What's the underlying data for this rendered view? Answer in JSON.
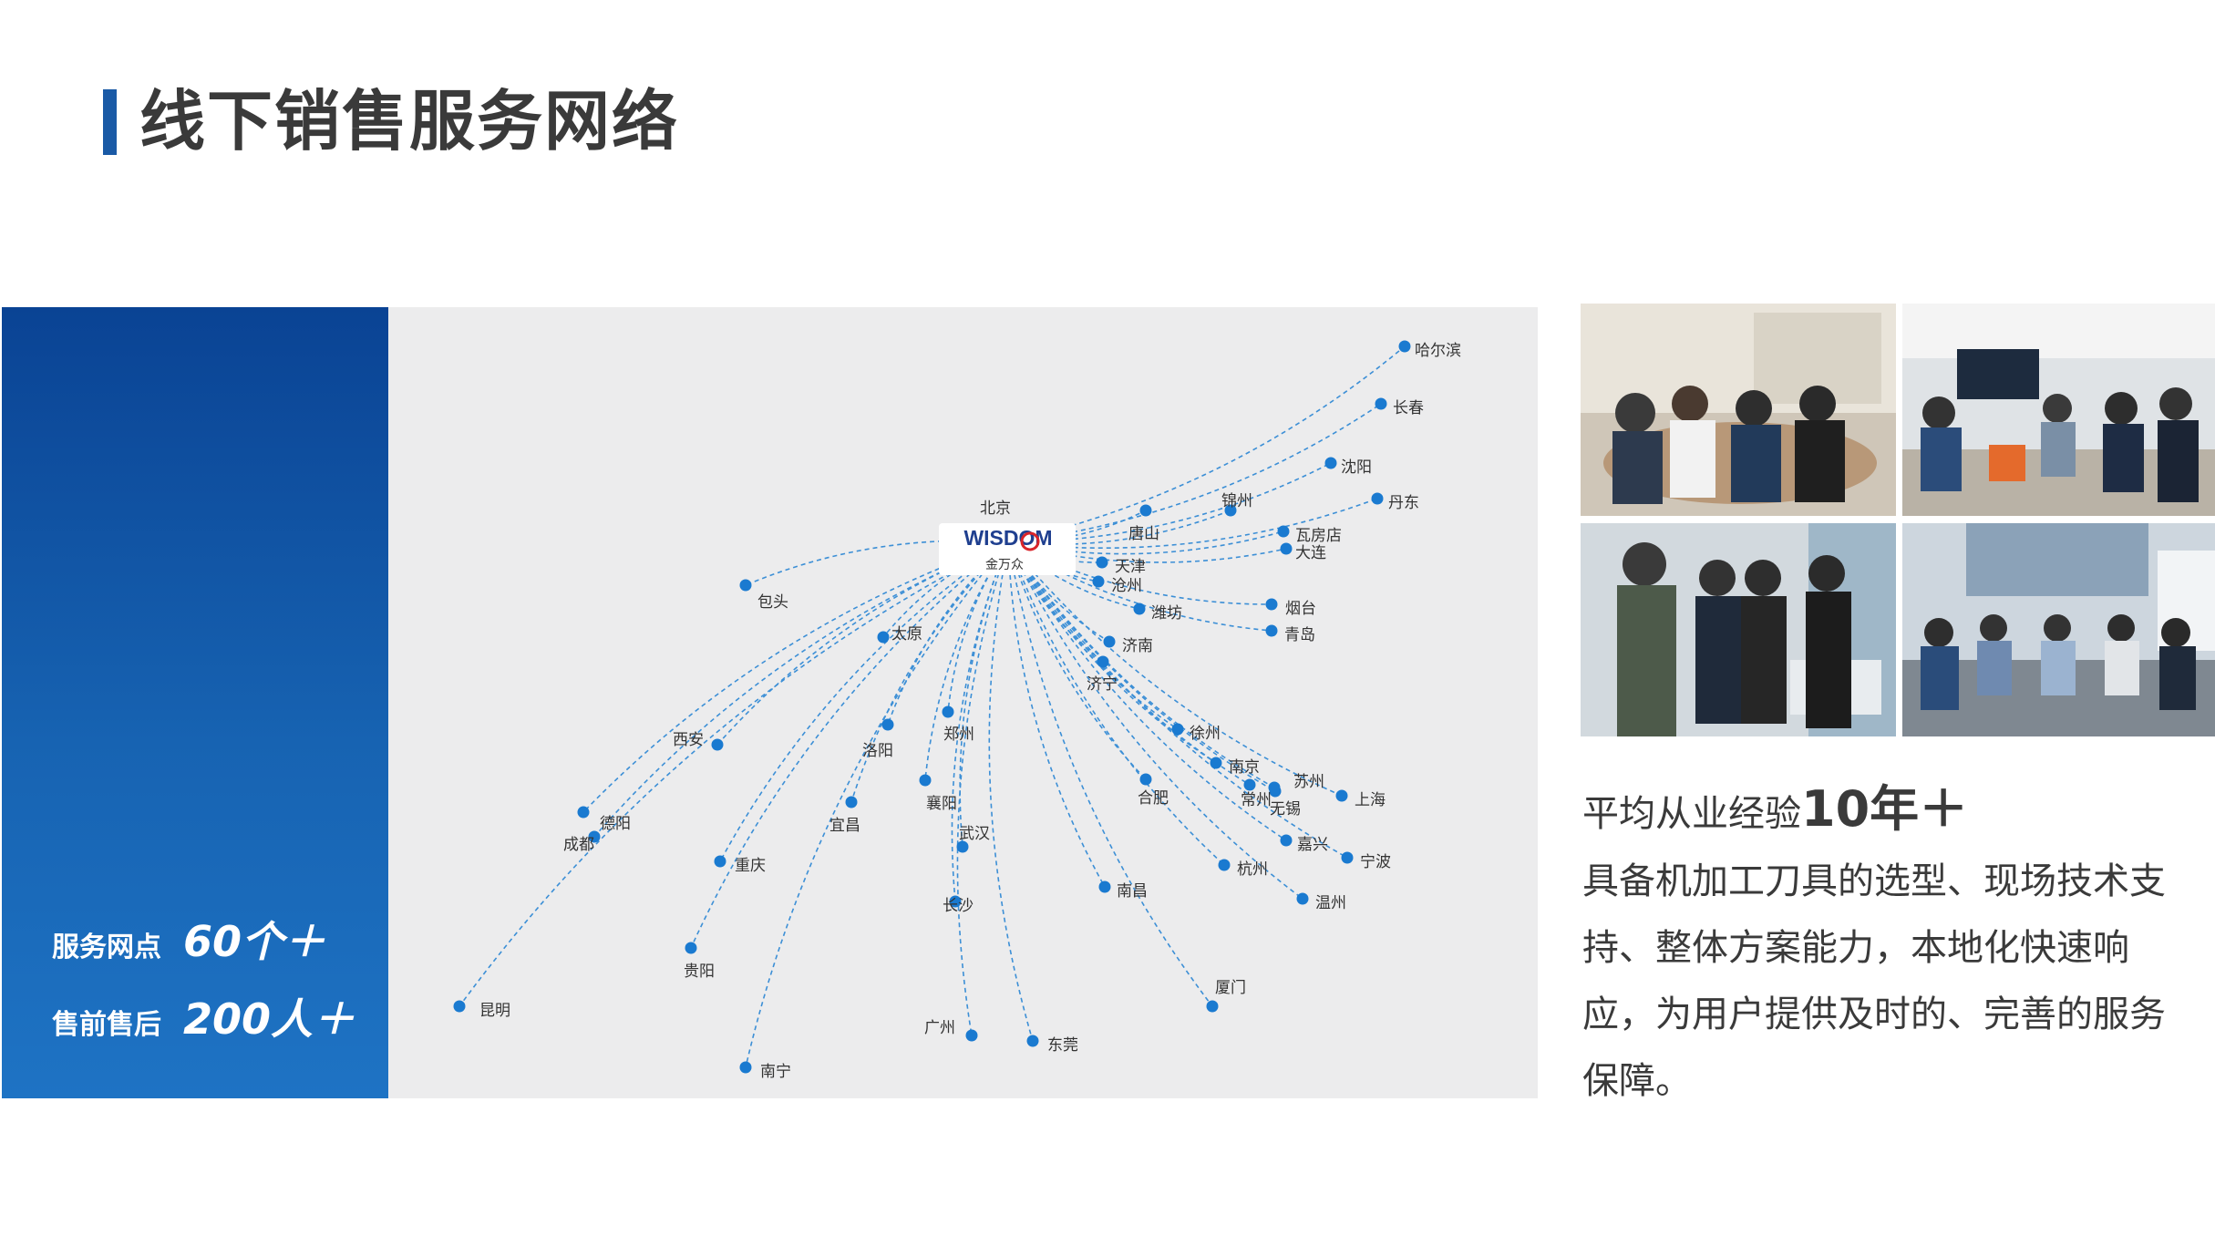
{
  "page": {
    "title": "线下销售服务网络"
  },
  "stats": [
    {
      "label": "服务网点",
      "value": "60个＋"
    },
    {
      "label": "售前售后",
      "value": "200人＋"
    }
  ],
  "hub": {
    "city": "北京",
    "logo_text": "WISDOM",
    "logo_sub": "金万众"
  },
  "cities": [
    "哈尔滨",
    "长春",
    "沈阳",
    "丹东",
    "锦州",
    "唐山",
    "瓦房店",
    "大连",
    "天津",
    "沧州",
    "潍坊",
    "烟台",
    "青岛",
    "济南",
    "济宁",
    "包头",
    "太原",
    "西安",
    "洛阳",
    "郑州",
    "徐州",
    "南京",
    "苏州",
    "上海",
    "常州",
    "无锡",
    "嘉兴",
    "宁波",
    "杭州",
    "温州",
    "合肥",
    "南昌",
    "厦门",
    "武汉",
    "长沙",
    "襄阳",
    "宜昌",
    "重庆",
    "贵阳",
    "成都",
    "德阳",
    "昆明",
    "南宁",
    "广州",
    "东莞"
  ],
  "description": {
    "head_prefix": "平均从业经验",
    "head_highlight": "10年＋",
    "body": "具备机加工刀具的选型、现场技术支持、整体方案能力，本地化快速响应，为用户提供及时的、完善的服务保障。"
  },
  "colors": {
    "accent": "#1a5aa6",
    "panel_top": "#0a4394",
    "panel_bottom": "#1e73c4",
    "map_bg": "#ececed",
    "dot": "#1a7ad0",
    "logo_red": "#d9252a"
  }
}
